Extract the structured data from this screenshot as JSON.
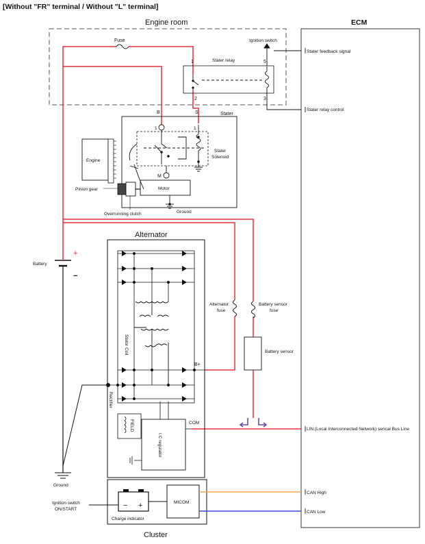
{
  "header": "[Without \"FR\" terminal / Without \"L\" terminal]",
  "labels": {
    "engine_room": "Engine room",
    "ecm": "ECM",
    "fuse": "Fuse",
    "ignition_switch": "Ignition switch",
    "stater_relay": "Stater relay",
    "relay_pin_1": "1",
    "relay_pin_2": "2",
    "relay_pin_3": "3",
    "relay_pin_5": "5",
    "stater_feedback": "Stater feedback signal",
    "stater_relay_control": "Stater relay control",
    "b_terminal": "B",
    "s_terminal": "S",
    "stater": "Stater",
    "solenoid_line1": "Stater",
    "solenoid_line2": "Solenoid",
    "engine": "Engine",
    "pinion_gear": "Pinion gear",
    "overrunning_clutch": "Overrunning clutch",
    "m_terminal": "M",
    "motor": "Motor",
    "ground": "Ground",
    "alternator": "Alternator",
    "battery": "Battery",
    "plus": "+",
    "minus": "−",
    "alternator_fuse_1": "Alternator",
    "alternator_fuse_2": "fuse",
    "battery_sensor_fuse_1": "Battery sensor",
    "battery_sensor_fuse_2": "fuse",
    "battery_sensor": "Battery sensor",
    "stator_coil": "Stator Coil",
    "rectifier": "Rectifier",
    "b_plus": "B+",
    "com": "COM",
    "field": "FIELD",
    "ic_regulator": "I.C regulator",
    "lin_line": "LIN (Local Interconnected Network) serical Bus Line",
    "ground_bottom": "Ground",
    "ignition_on_1": "Ignition switch",
    "ignition_on_2": "ON/START",
    "charge_indicator": "Charge indicator",
    "micom": "MICOM",
    "can_high": "CAN High",
    "can_low": "CAN Low",
    "cluster": "Cluster"
  },
  "colors": {
    "power_wire": "#e8303a",
    "can_high_wire": "#f0a850",
    "can_low_wire": "#3a4fd8",
    "lin_arrow": "#6a4aa8",
    "outline": "#111111"
  }
}
